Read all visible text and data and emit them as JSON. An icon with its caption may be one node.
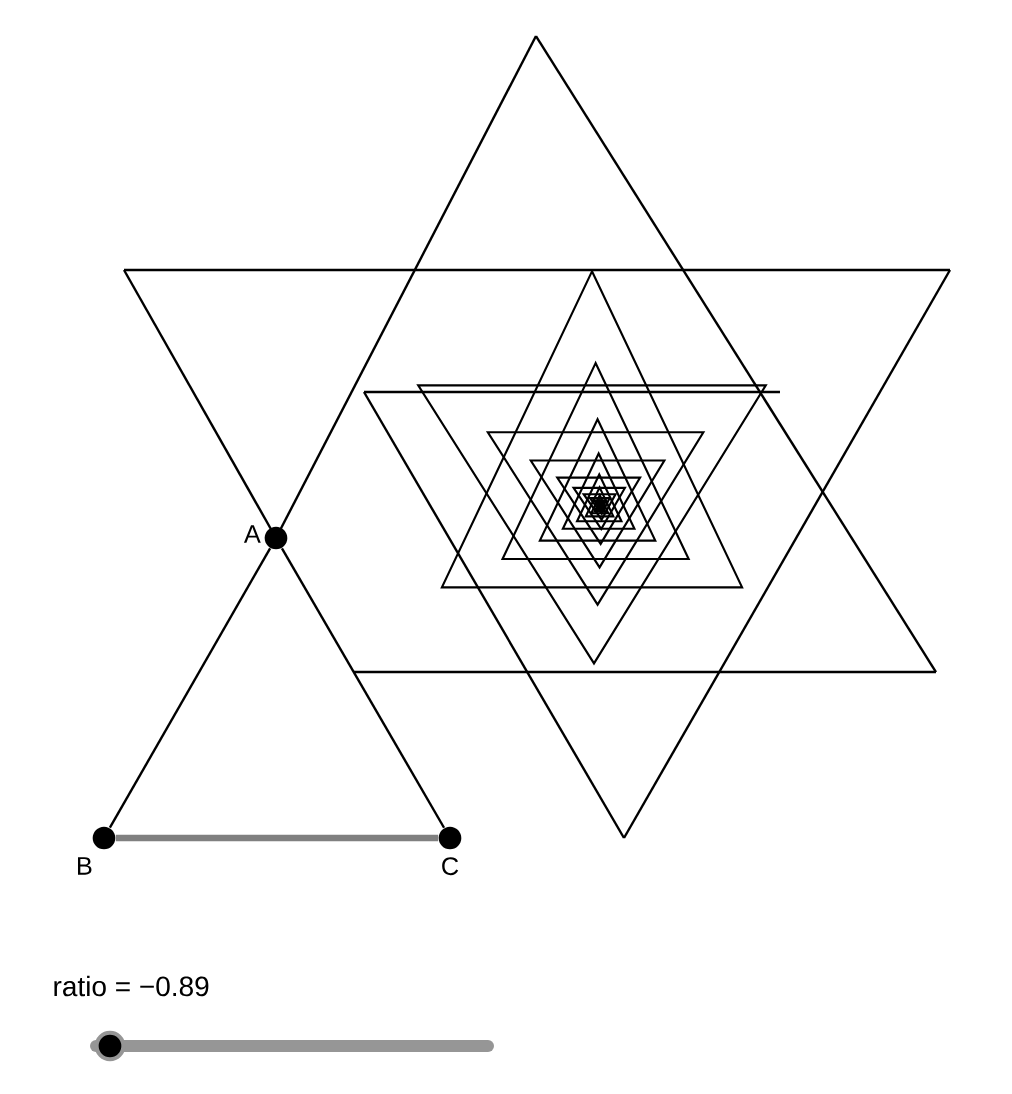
{
  "diagram": {
    "nodes": [
      {
        "text": [
          "A"
        ]
      },
      {
        "text": [
          "B"
        ]
      },
      {
        "text": [
          "C"
        ]
      },
      {
        "text": [],
        "shape": "circle"
      }
    ],
    "edges": [
      {
        "from": 0,
        "to": 1,
        "arrow": "none"
      },
      {
        "from": 1,
        "to": 2,
        "arrow": "none",
        "style": "thick",
        "color": "#808080"
      },
      {
        "from": 2,
        "to": 0,
        "arrow": "none"
      }
    ],
    "labels": [
      "ratio = −0.89"
    ]
  }
}
